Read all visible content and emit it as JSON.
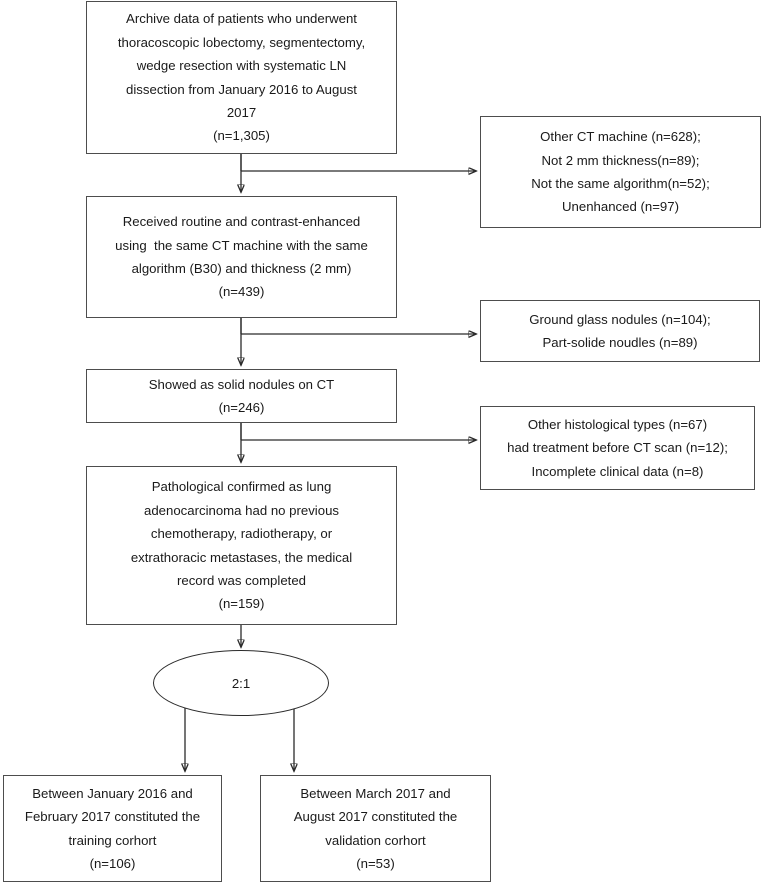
{
  "diagram": {
    "title": "Patient selection flowchart",
    "type": "flowchart",
    "stroke_color": "#2b2b2b",
    "box_border_color": "#4d4d4d",
    "background": "#ffffff",
    "main_nodes": [
      {
        "id": "archive",
        "lines": [
          "Archive data of patients who underwent",
          "thoracoscopic lobectomy, segmentectomy,",
          "wedge resection with systematic LN",
          "dissection from January 2016 to August",
          "2017",
          "(n=1,305)"
        ],
        "count": "1,305"
      },
      {
        "id": "received",
        "lines": [
          "Received routine and contrast-enhanced",
          "using  the same CT machine with the same",
          "algorithm (B30) and thickness (2 mm)",
          "(n=439)"
        ],
        "count": "439"
      },
      {
        "id": "solid-nodules",
        "lines": [
          "Showed as solid nodules on CT",
          "(n=246)"
        ],
        "count": "246"
      },
      {
        "id": "pathological",
        "lines": [
          "Pathological confirmed as lung",
          "adenocarcinoma had no previous",
          "chemotherapy, radiotherapy, or",
          "extrathoracic metastases, the medical",
          "record was completed",
          "(n=159)"
        ],
        "count": "159"
      }
    ],
    "split_node": {
      "id": "ratio-ellipse",
      "label": "2:1"
    },
    "exclusion_nodes": [
      {
        "id": "exclusion-ct",
        "lines": [
          "Other CT machine (n=628);",
          "Not 2 mm thickness(n=89);",
          "Not the same algorithm(n=52);",
          "Unenhanced (n=97)"
        ]
      },
      {
        "id": "exclusion-nodule-type",
        "lines": [
          "Ground glass nodules (n=104);",
          "Part-solide noudles (n=89)"
        ]
      },
      {
        "id": "exclusion-histology",
        "lines": [
          "Other histological types (n=67)",
          "had treatment before CT scan (n=12);",
          "Incomplete clinical data (n=8)"
        ]
      }
    ],
    "cohort_nodes": [
      {
        "id": "training-cohort",
        "lines": [
          "Between January 2016 and",
          "February 2017 constituted the",
          "training corhort",
          "(n=106)"
        ],
        "count": "106"
      },
      {
        "id": "validation-cohort",
        "lines": [
          "Between March 2017 and",
          "August 2017 constituted the",
          "validation corhort",
          "(n=53)"
        ],
        "count": "53"
      }
    ]
  }
}
